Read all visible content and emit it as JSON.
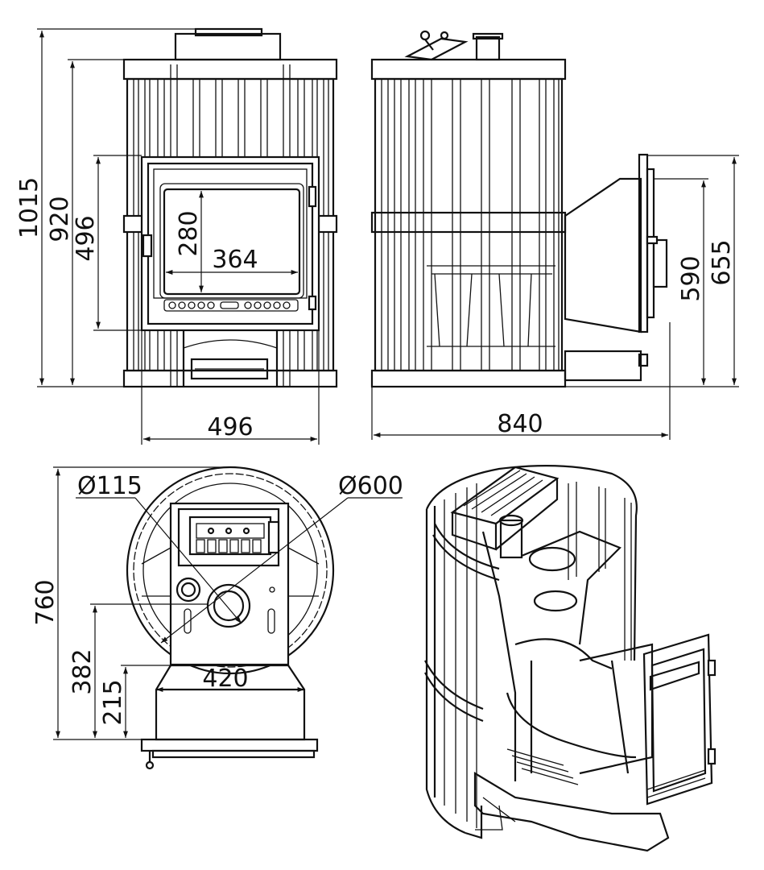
{
  "front_view": {
    "overall_height": "1015",
    "body_height": "920",
    "door_height": "496",
    "glass_height": "280",
    "glass_width": "364",
    "door_width": "496"
  },
  "side_view": {
    "overall_length": "840",
    "tunnel_height": "655",
    "tunnel_door_height": "590"
  },
  "top_view": {
    "chimney_diameter": "Ø115",
    "body_diameter": "Ø600",
    "depth": "760",
    "chimney_offset": "382",
    "tunnel_offset": "215",
    "tunnel_width": "420"
  }
}
